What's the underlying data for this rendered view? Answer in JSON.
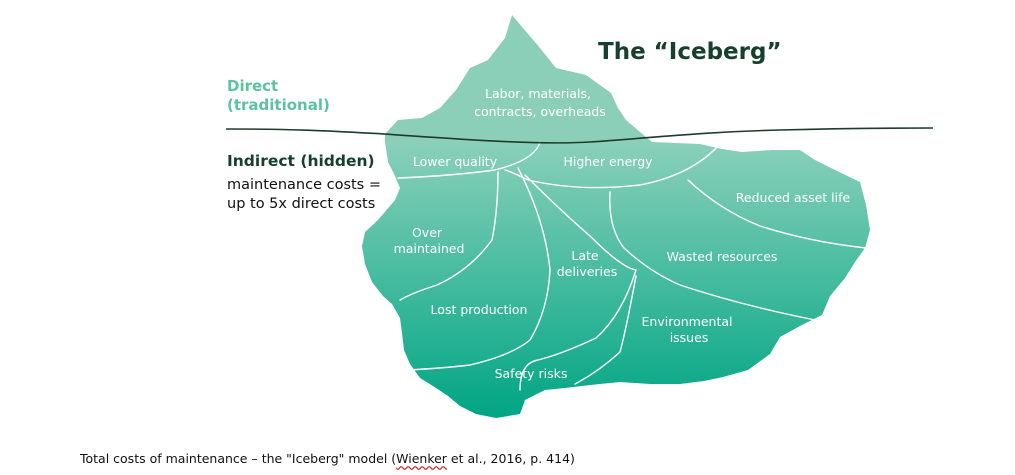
{
  "title": "The “Iceberg”",
  "direct": {
    "label_line1": "Direct",
    "label_line2": "(traditional)"
  },
  "indirect": {
    "heading": "Indirect (hidden)",
    "desc_line1": "maintenance costs =",
    "desc_line2": "up to 5x direct costs"
  },
  "segments": {
    "direct_costs": [
      "Labor, materials,",
      "contracts, overheads"
    ],
    "lower_quality": [
      "Lower quality"
    ],
    "higher_energy": [
      "Higher energy"
    ],
    "reduced_asset_life": [
      "Reduced asset life"
    ],
    "over_maintained": [
      "Over",
      "maintained"
    ],
    "late_deliveries": [
      "Late",
      "deliveries"
    ],
    "wasted_resources": [
      "Wasted resources"
    ],
    "lost_production": [
      "Lost production"
    ],
    "environmental_issues": [
      "Environmental",
      "issues"
    ],
    "safety_risks": [
      "Safety risks"
    ]
  },
  "colors": {
    "tip": "#8ccfb8",
    "body_top": "#8ad0b9",
    "body_bottom": "#00a584",
    "waterline": "#1e3b2b",
    "title": "#16402c",
    "direct_label": "#5dc2a1"
  },
  "caption": {
    "prefix": "Total costs of maintenance – the \"Iceberg\" model (",
    "author": "Wienker",
    "suffix": " et al., 2016, p. 414)"
  }
}
